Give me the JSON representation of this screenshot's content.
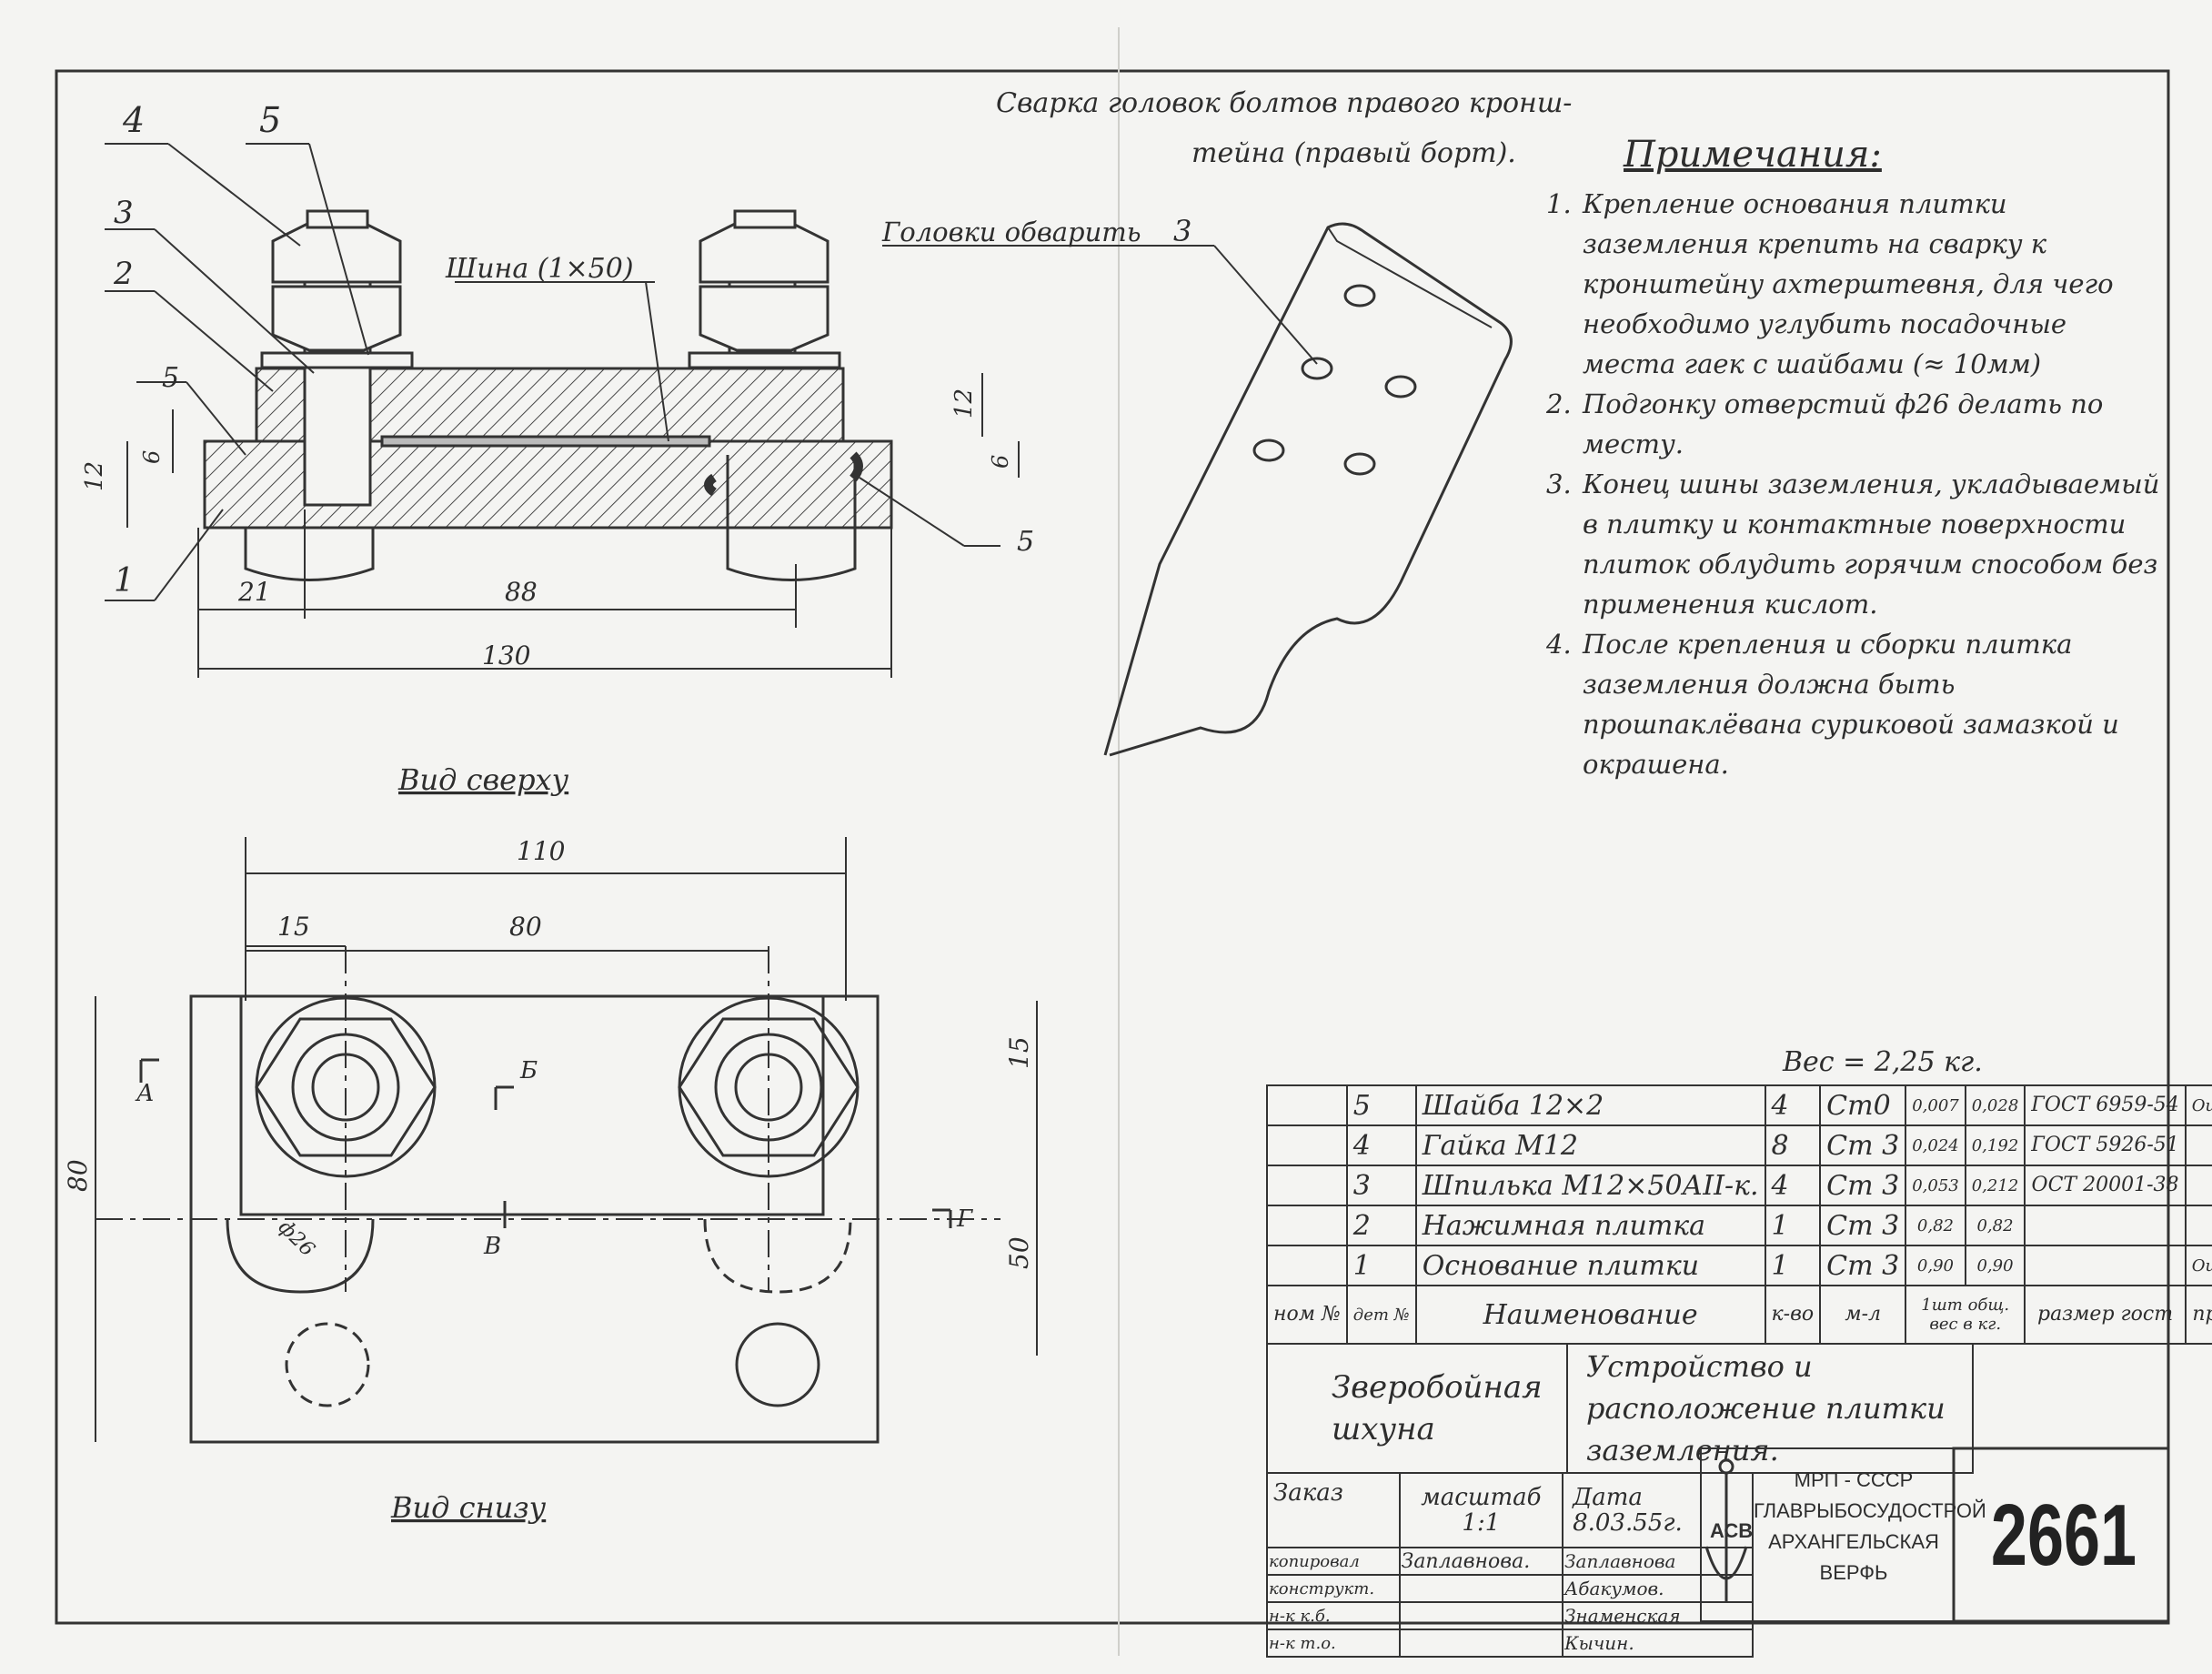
{
  "drawing": {
    "title_line1": "Сварка головок болтов правого кронш-",
    "title_line2": "тейна (правый борт).",
    "weld_note": "Головки обварить",
    "weld_size": "3",
    "bus_label": "Шина (1×50)",
    "view_top": "Вид сверху",
    "view_bottom": "Вид снизу",
    "callouts": [
      "4",
      "5",
      "3",
      "2",
      "1"
    ],
    "weld_marks": [
      "5",
      "5"
    ],
    "section_marks": [
      "А",
      "Б",
      "В",
      "Г"
    ],
    "dimensions": {
      "side": [
        "12",
        "6",
        "12",
        "6",
        "21",
        "88",
        "130"
      ],
      "plan": [
        "110",
        "15",
        "80",
        "15",
        "80",
        "50",
        "ф26"
      ]
    }
  },
  "notes": {
    "heading": "Примечания:",
    "items": [
      {
        "num": "1.",
        "text": "Крепление основания плитки заземления крепить на сварку к кронштейну ахтерштевня, для чего необходимо углубить посадочные места гаек с шайбами (≈ 10мм)"
      },
      {
        "num": "2.",
        "text": "Подгонку отверстий ф26 делать по месту."
      },
      {
        "num": "3.",
        "text": "Конец шины заземления, укладываемый в плитку и контактные поверхности плиток облудить горячим способом без применения кислот."
      },
      {
        "num": "4.",
        "text": "После крепления и сборки плитка заземления должна быть прошпаклёвана суриковой замазкой и окрашена."
      }
    ]
  },
  "bom": {
    "weight": "Вес = 2,25 кг.",
    "rows": [
      {
        "pos": "5",
        "name": "Шайба 12×2",
        "qty": "4",
        "mat": "Ст0",
        "w1": "0,007",
        "w2": "0,028",
        "std": "ГОСТ 6959-54",
        "note": "Оцинков."
      },
      {
        "pos": "4",
        "name": "Гайка М12",
        "qty": "8",
        "mat": "Ст 3",
        "w1": "0,024",
        "w2": "0,192",
        "std": "ГОСТ 5926-51",
        "note": "—\"—"
      },
      {
        "pos": "3",
        "name": "Шпилька М12×50АII-к.",
        "qty": "4",
        "mat": "Ст 3",
        "w1": "0,053",
        "w2": "0,212",
        "std": "ОСТ 20001-38",
        "note": "—\"—"
      },
      {
        "pos": "2",
        "name": "Нажимная плитка",
        "qty": "1",
        "mat": "Ст 3",
        "w1": "0,82",
        "w2": "0,82",
        "std": "",
        "note": "—\"—"
      },
      {
        "pos": "1",
        "name": "Основание плитки",
        "qty": "1",
        "mat": "Ст 3",
        "w1": "0,90",
        "w2": "0,90",
        "std": "",
        "note": "Оцинков."
      }
    ],
    "header": {
      "pos": "ном №",
      "part": "дет №",
      "name": "Наименование",
      "qty": "к-во",
      "mat": "м-л",
      "weight": "1шт общ. вес в кг.",
      "std": "размер гост",
      "note": "примеч"
    }
  },
  "title_block": {
    "vessel": "Зверобойная шхуна",
    "drawing_name": "Устройство и расположение плитки заземления.",
    "order_label": "Заказ",
    "scale_label": "масштаб",
    "scale": "1:1",
    "date_label": "Дата",
    "date": "8.03.55г.",
    "roles": [
      {
        "role": "копировал",
        "name": "Заплавнова.",
        "sign": "Заплавнова"
      },
      {
        "role": "конструкт.",
        "name": "",
        "sign": "Абакумов."
      },
      {
        "role": "н-к к.б.",
        "name": "",
        "sign": "Знаменская"
      },
      {
        "role": "н-к т.о.",
        "name": "",
        "sign": "Кычин."
      }
    ],
    "org_line1": "МРП - СССР",
    "org_line2": "ГЛАВРЫБОСУДОСТРОЙ",
    "org_line3": "АРХАНГЕЛЬСКАЯ",
    "org_line4": "ВЕРФЬ",
    "logo_text": "АСВ",
    "sheet_number": "2661"
  }
}
